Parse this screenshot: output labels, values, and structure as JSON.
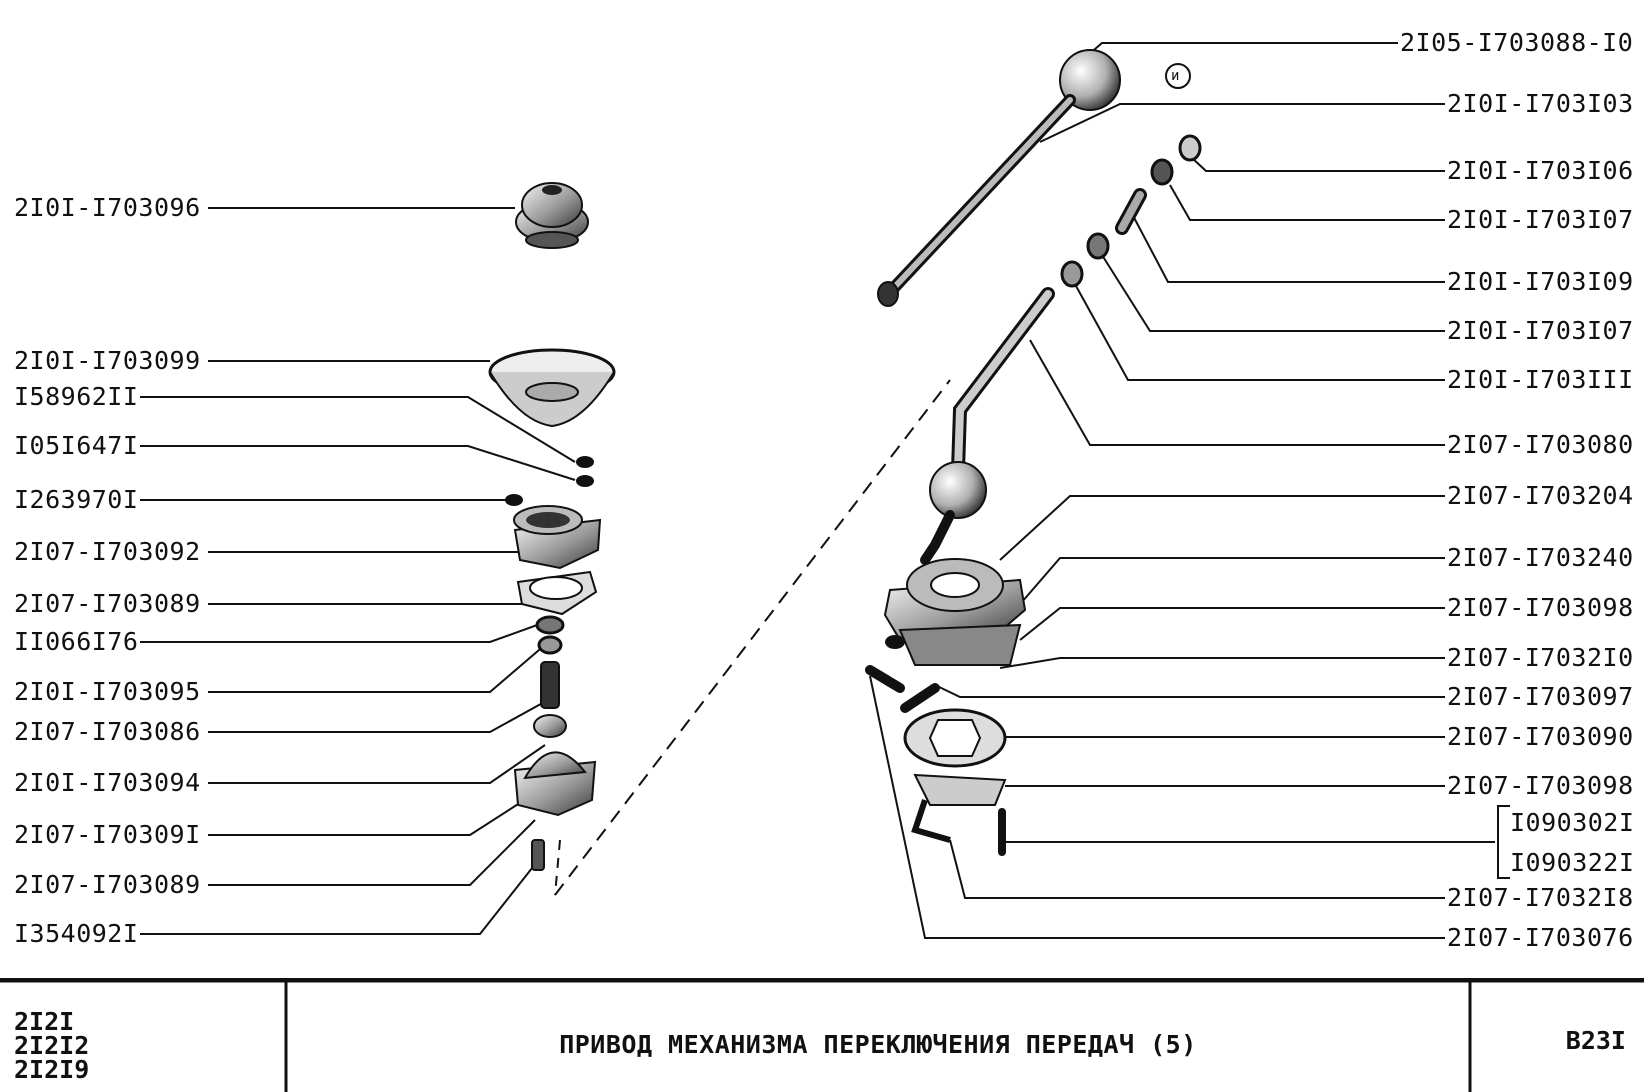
{
  "left_labels": [
    {
      "id": "a",
      "text": "2I0I-I703096"
    },
    {
      "id": "b",
      "text": "2I0I-I703099"
    },
    {
      "id": "c",
      "text": "I58962II"
    },
    {
      "id": "d",
      "text": "I05I647I"
    },
    {
      "id": "e",
      "text": "I263970I"
    },
    {
      "id": "f",
      "text": "2I07-I703092"
    },
    {
      "id": "g",
      "text": "2I07-I703089"
    },
    {
      "id": "h",
      "text": "II066I76"
    },
    {
      "id": "i",
      "text": "2I0I-I703095"
    },
    {
      "id": "j",
      "text": "2I07-I703086"
    },
    {
      "id": "k",
      "text": "2I0I-I703094"
    },
    {
      "id": "l",
      "text": "2I07-I70309I"
    },
    {
      "id": "m",
      "text": "2I07-I703089"
    },
    {
      "id": "n",
      "text": "I354092I"
    }
  ],
  "right_labels": [
    {
      "id": "A",
      "text": "2I05-I703088-I0"
    },
    {
      "id": "B",
      "text": "2I0I-I703I03"
    },
    {
      "id": "C",
      "text": "2I0I-I703I06"
    },
    {
      "id": "D",
      "text": "2I0I-I703I07"
    },
    {
      "id": "E",
      "text": "2I0I-I703I09"
    },
    {
      "id": "F",
      "text": "2I0I-I703I07"
    },
    {
      "id": "G",
      "text": "2I0I-I703III"
    },
    {
      "id": "H",
      "text": "2I07-I703080"
    },
    {
      "id": "I",
      "text": "2I07-I703204"
    },
    {
      "id": "J",
      "text": "2I07-I703240"
    },
    {
      "id": "K",
      "text": "2I07-I703098"
    },
    {
      "id": "L",
      "text": "2I07-I7032I0"
    },
    {
      "id": "M",
      "text": "2I07-I703097"
    },
    {
      "id": "N",
      "text": "2I07-I703090"
    },
    {
      "id": "O",
      "text": "2I07-I703098"
    },
    {
      "id": "P",
      "text": "I090302I"
    },
    {
      "id": "Q",
      "text": "I090322I"
    },
    {
      "id": "R",
      "text": "2I07-I7032I8"
    },
    {
      "id": "S",
      "text": "2I07-I703076"
    }
  ],
  "badge_text": "и",
  "footer": {
    "models": [
      "2I2I",
      "2I2I2",
      "2I2I9"
    ],
    "title": "ПРИВОД МЕХАНИЗМА ПЕРЕКЛЮЧЕНИЯ ПЕРЕДАЧ (5)",
    "code": "В23I"
  },
  "colors": {
    "ink": "#111111",
    "paper": "#ffffff"
  }
}
